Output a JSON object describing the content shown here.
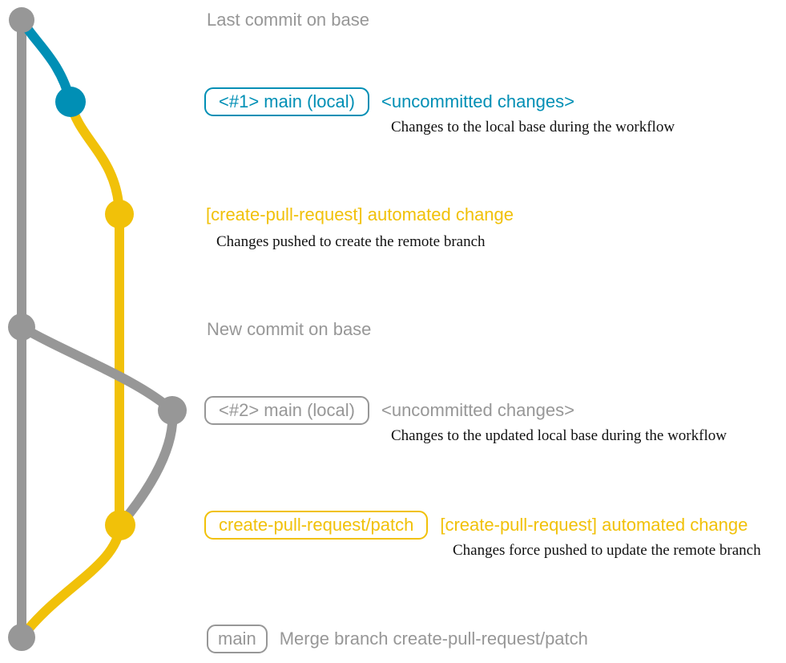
{
  "colors": {
    "background": "#ffffff",
    "base": "#979797",
    "branch1": "#008fb5",
    "branch2": "#f1c109",
    "description": "#111111"
  },
  "labels": {
    "last_commit_on_base": "Last commit on base",
    "new_commit_on_base": "New commit on base",
    "row1": {
      "badge": "<#1> main (local)",
      "status": "<uncommitted changes>",
      "description": "Changes to the local base during the workflow"
    },
    "row2": {
      "message": "[create-pull-request] automated change",
      "description": "Changes pushed to create the remote branch"
    },
    "row3": {
      "badge": "<#2> main (local)",
      "status": "<uncommitted changes>",
      "description": "Changes to the updated local base during the workflow"
    },
    "row4": {
      "badge": "create-pull-request/patch",
      "message": "[create-pull-request] automated change",
      "description": "Changes force pushed to update the remote branch"
    },
    "row5": {
      "badge": "main",
      "message": "Merge branch create-pull-request/patch"
    }
  }
}
